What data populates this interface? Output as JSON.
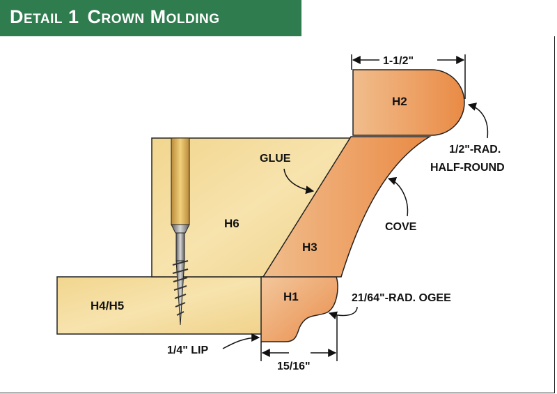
{
  "title": {
    "detail": "Detail 1",
    "name": "Crown Molding"
  },
  "parts": {
    "h1": "H1",
    "h2": "H2",
    "h3": "H3",
    "h4h5": "H4/H5",
    "h6": "H6"
  },
  "callouts": {
    "width_top": "1-1/2\"",
    "half_round_1": "1/2\"-RAD.",
    "half_round_2": "HALF-ROUND",
    "glue": "GLUE",
    "cove": "COVE",
    "ogee": "21/64\"-RAD. OGEE",
    "lip": "1/4\" LIP",
    "width_bottom": "15/16\""
  },
  "colors": {
    "title_bar": "#2f7d4f",
    "light_wood": "#f5dea0",
    "dark_wood": "#eb9a5c",
    "outline": "#222222"
  }
}
